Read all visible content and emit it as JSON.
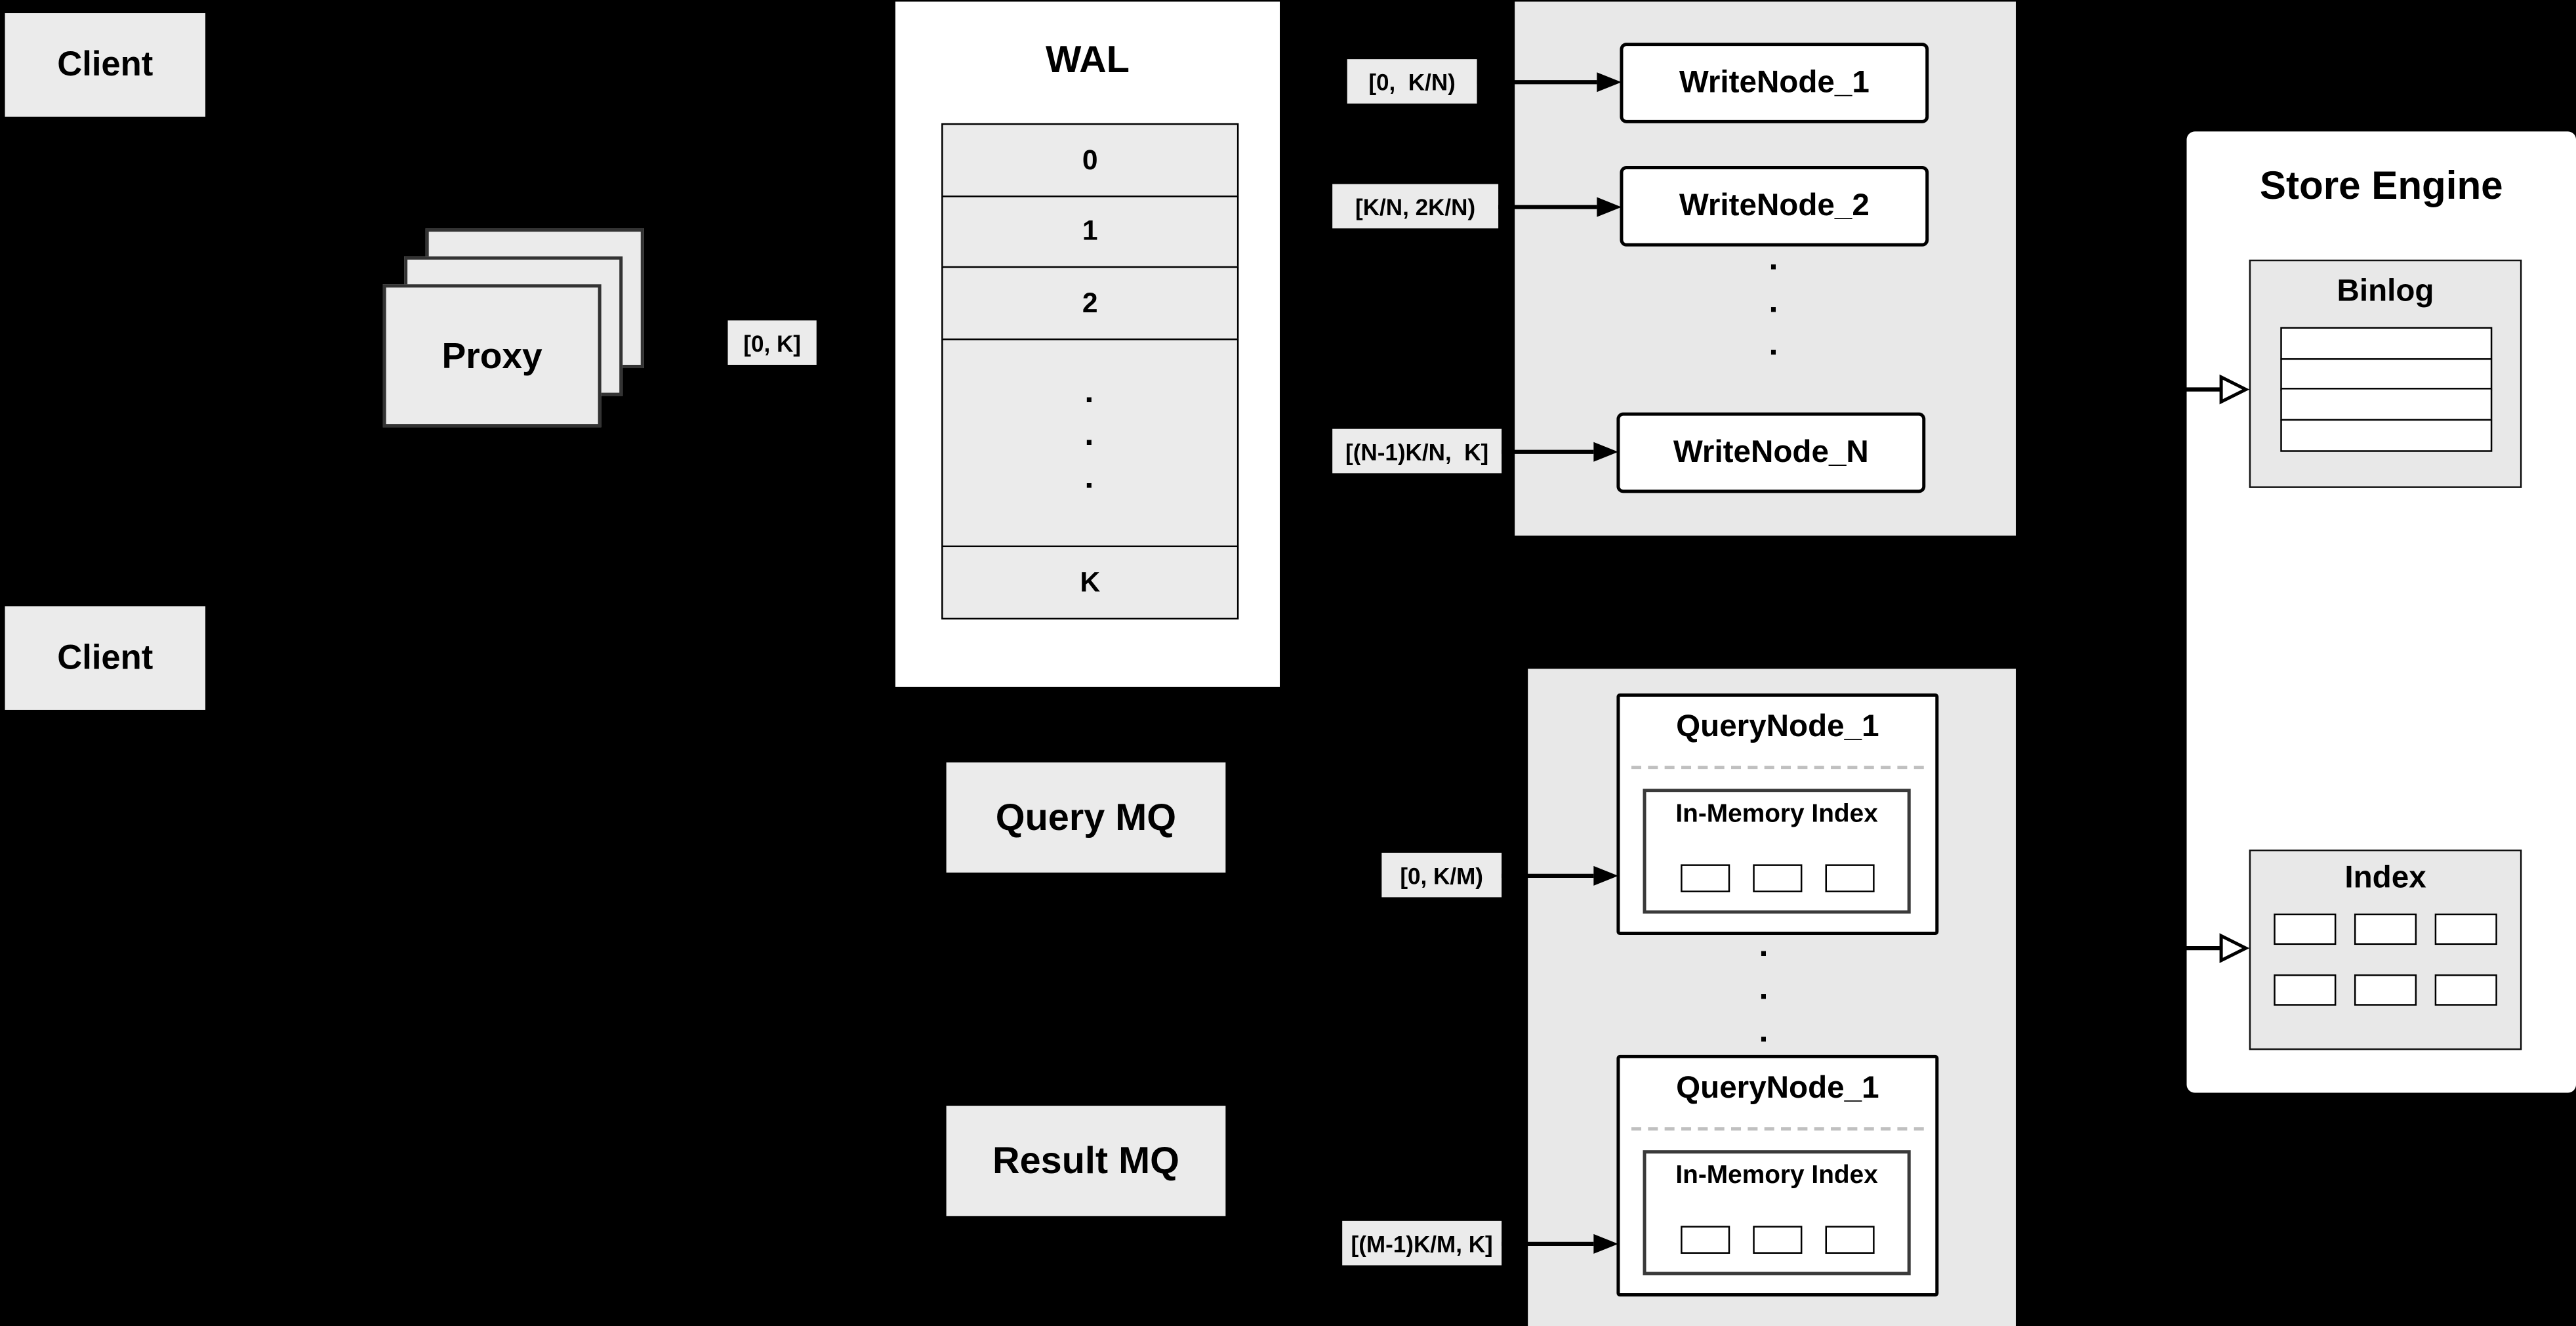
{
  "colors": {
    "background": "#000000",
    "light_box": "#ebebeb",
    "panel": "#e8e8e8",
    "node_fill": "#ffffff",
    "border": "#000000"
  },
  "clients": [
    {
      "label": "Client"
    },
    {
      "label": "Client"
    }
  ],
  "proxy": {
    "label": "Proxy"
  },
  "wal": {
    "title": "WAL",
    "rows": [
      "0",
      "1",
      "2"
    ],
    "ellipsis": "·\n·\n·",
    "bottom_row": "K"
  },
  "edge_labels": {
    "proxy_to_wal": "[0, K]",
    "wal_to_writenode_1": "[0,  K/N)",
    "wal_to_writenode_2": "[K/N, 2K/N)",
    "wal_to_writenode_n": "[(N-1)K/N,  K]",
    "querymq_to_querynode_1": "[0, K/M)",
    "resultmq_to_querynode_m": "[(M-1)K/M, K]"
  },
  "write_nodes": {
    "nodes": [
      "WriteNode_1",
      "WriteNode_2",
      "WriteNode_N"
    ],
    "ellipsis": "·\n·\n·"
  },
  "message_queues": {
    "query_mq": "Query MQ",
    "result_mq": "Result MQ"
  },
  "query_nodes": {
    "nodes": [
      {
        "title": "QueryNode_1",
        "inner_label": "In-Memory Index",
        "segment_count": 3
      },
      {
        "title": "QueryNode_1",
        "inner_label": "In-Memory Index",
        "segment_count": 3
      }
    ],
    "ellipsis": "·\n·\n·"
  },
  "store_engine": {
    "title": "Store Engine",
    "binlog": {
      "title": "Binlog",
      "row_count": 4
    },
    "index": {
      "title": "Index",
      "cell_count": 6
    }
  }
}
